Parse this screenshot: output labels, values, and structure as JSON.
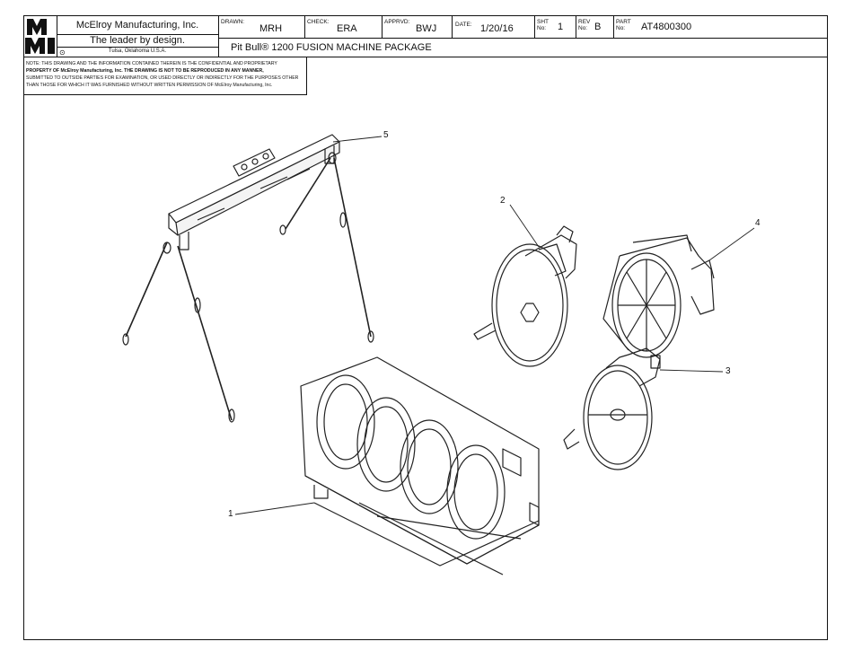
{
  "company": {
    "name": "McElroy Manufacturing, Inc.",
    "tagline": "The leader by design.",
    "location": "Tulsa, Oklahoma U.S.A.",
    "logo_text": "MMI"
  },
  "title_block": {
    "drawn_label": "DRAWN:",
    "drawn_value": "MRH",
    "check_label": "CHECK:",
    "check_value": "ERA",
    "apprvd_label": "APPRVD:",
    "apprvd_value": "BWJ",
    "date_label": "DATE:",
    "date_value": "1/20/16",
    "sht_label": "SHT",
    "sht_no": "No:",
    "sht_value": "1",
    "rev_label": "REV",
    "rev_no": "No:",
    "rev_value": "B",
    "part_label": "PART",
    "part_no": "No:",
    "part_value": "AT4800300",
    "description": "Pit Bull® 1200 FUSION MACHINE PACKAGE"
  },
  "note": {
    "line1": "NOTE: THIS DRAWING AND THE INFORMATION CONTAINED THEREIN IS THE CONFIDENTIAL AND PROPRIETARY",
    "line2": "PROPERTY OF McElroy Manufacturing, Inc. THE DRAWING IS NOT TO BE REPRODUCED IN ANY MANNER,",
    "line3": "SUBMITTED TO OUTSIDE PARTIES FOR EXAMINATION, OR USED DIRECTLY OR INDIRECTLY FOR THE PURPOSES OTHER",
    "line4": "THAN THOSE FOR WHICH IT WAS FURNISHED WITHOUT WRITTEN PERMISSION OF McElroy Manufacturing, Inc."
  },
  "balloons": {
    "b1": "1",
    "b2": "2",
    "b3": "3",
    "b4": "4",
    "b5": "5"
  }
}
